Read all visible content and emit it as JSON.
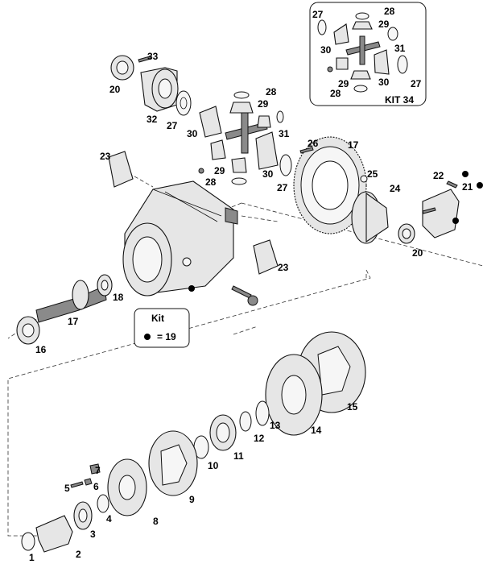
{
  "callouts": {
    "c1": "1",
    "c2": "2",
    "c3": "3",
    "c4": "4",
    "c5": "5",
    "c6": "6",
    "c7": "7",
    "c8": "8",
    "c9": "9",
    "c10": "10",
    "c11": "11",
    "c12": "12",
    "c13": "13",
    "c14": "14",
    "c15": "15",
    "c16": "16",
    "c17a": "17",
    "c17b": "17",
    "c18": "18",
    "c20a": "20",
    "c20b": "20",
    "c21": "21",
    "c22": "22",
    "c23a": "23",
    "c23b": "23",
    "c24": "24",
    "c25": "25",
    "c26": "26",
    "c27a": "27",
    "c27b": "27",
    "c28a": "28",
    "c28b": "28",
    "c29a": "29",
    "c29b": "29",
    "c30a": "30",
    "c30b": "30",
    "c31": "31",
    "c32": "32",
    "c33": "33",
    "i27a": "27",
    "i27b": "27",
    "i28a": "28",
    "i28b": "28",
    "i29a": "29",
    "i29b": "29",
    "i30a": "30",
    "i30b": "30",
    "i31": "31"
  },
  "inset": {
    "label": "KIT 34"
  },
  "kit_legend": {
    "title": "Kit",
    "text": "= 19"
  }
}
